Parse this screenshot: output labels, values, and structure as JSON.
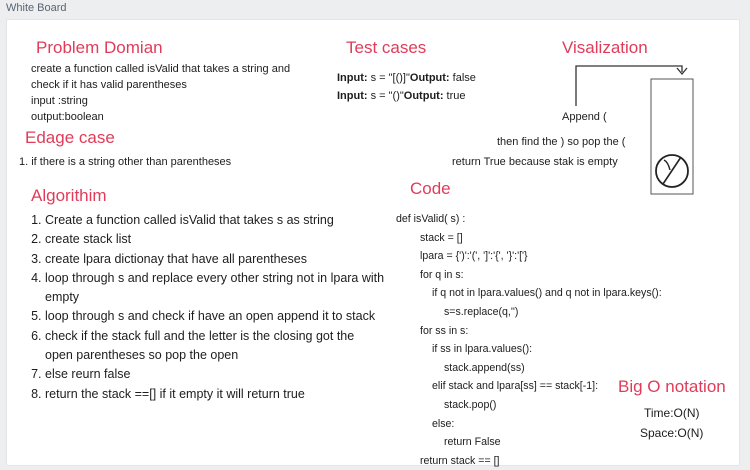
{
  "window": {
    "title": "White Board"
  },
  "problem": {
    "heading": "Problem Domian",
    "lines": [
      "create a function called isValid that takes a string and",
      "check if it has valid parentheses",
      "input :string",
      "output:boolean"
    ]
  },
  "edge": {
    "heading": "Edage case",
    "items": [
      "1.  if there is a string other than parentheses"
    ]
  },
  "algorithm": {
    "heading": "Algorithim",
    "steps": [
      "Create a function called isValid that takes s as string",
      "create stack list",
      "create lpara dictionay that have all parentheses",
      "loop through s and replace every other string not in lpara with empty",
      "loop through s and check if have an open append it to stack",
      "check if the stack full and the letter is the closing got the open parentheses so pop the open",
      "else reurn false",
      "return the stack ==[] if it empty it will return true"
    ]
  },
  "tests": {
    "heading": "Test cases",
    "cases": [
      {
        "input_label": "Input:",
        "input": " s = \"[()]\"",
        "output_label": "Output:",
        "output": " false"
      },
      {
        "input_label": "Input:",
        "input": " s = \"()\"",
        "output_label": "Output:",
        "output": " true"
      }
    ]
  },
  "viz": {
    "heading": "Visalization",
    "lines": [
      "Append (",
      "then find the ) so pop the  (",
      "return True because stak is empty"
    ]
  },
  "code": {
    "heading": "Code",
    "lines": [
      "def isValid( s) :",
      "stack = []",
      "lpara = {')':'(', ']':'{', '}':'['}",
      "for q in s:",
      "if q not in lpara.values() and q not in lpara.keys():",
      "s=s.replace(q,'')",
      "for ss in s:",
      "if ss in lpara.values():",
      "stack.append(ss)",
      "elif stack and lpara[ss] == stack[-1]:",
      "stack.pop()",
      "else:",
      "return False",
      "return stack == []"
    ]
  },
  "bigo": {
    "heading": "Big O notation",
    "time": "Time:O(N)",
    "space": "Space:O(N)"
  },
  "colors": {
    "heading": "#e03c5a",
    "text": "#1d1d1d",
    "background": "#eceef0",
    "board": "#ffffff"
  },
  "icons": [
    "arrow-icon",
    "stack-box",
    "empty-set-icon"
  ]
}
